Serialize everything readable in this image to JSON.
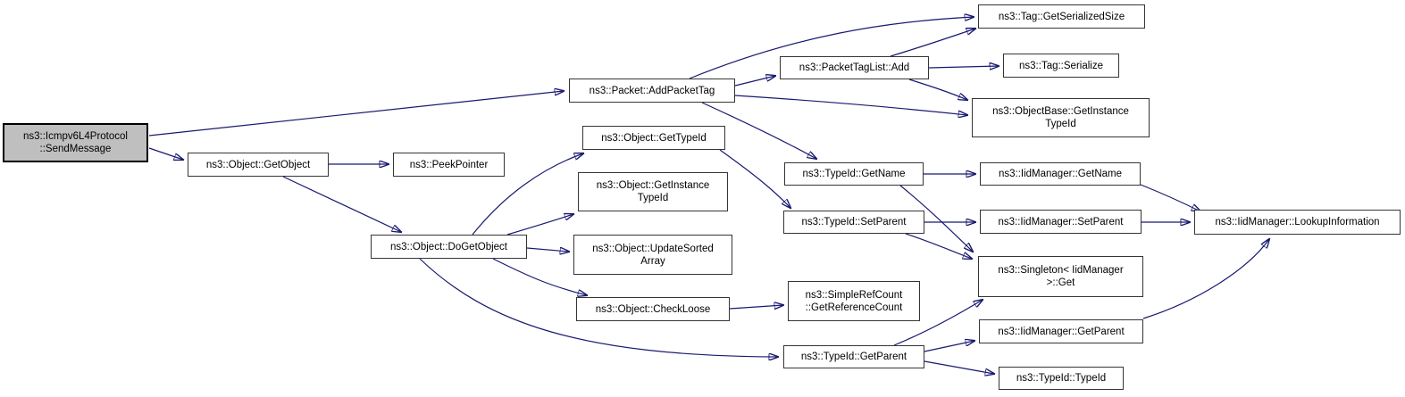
{
  "diagram": {
    "type": "call-graph",
    "background_color": "#ffffff",
    "edge_color": "#191970",
    "node_fill": "#ffffff",
    "node_border_color": "#353535",
    "highlight_node_fill": "#bfbfbf"
  },
  "nodes": [
    {
      "id": "send-message",
      "line1": "ns3::Icmpv6L4Protocol",
      "line2": "::SendMessage",
      "highlight": true
    },
    {
      "id": "get-object",
      "line1": "ns3::Object::GetObject",
      "highlight": false
    },
    {
      "id": "peek-pointer",
      "line1": "ns3::PeekPointer",
      "highlight": false
    },
    {
      "id": "add-packet-tag",
      "line1": "ns3::Packet::AddPacketTag",
      "highlight": false
    },
    {
      "id": "object-get-type-id",
      "line1": "ns3::Object::GetTypeId",
      "highlight": false
    },
    {
      "id": "object-get-instance-type-id",
      "line1": "ns3::Object::GetInstance",
      "line2": "TypeId",
      "highlight": false
    },
    {
      "id": "do-get-object",
      "line1": "ns3::Object::DoGetObject",
      "highlight": false
    },
    {
      "id": "update-sorted-array",
      "line1": "ns3::Object::UpdateSorted",
      "line2": "Array",
      "highlight": false
    },
    {
      "id": "check-loose",
      "line1": "ns3::Object::CheckLoose",
      "highlight": false
    },
    {
      "id": "tag-get-serialized-size",
      "line1": "ns3::Tag::GetSerializedSize",
      "highlight": false
    },
    {
      "id": "packet-tag-list-add",
      "line1": "ns3::PacketTagList::Add",
      "highlight": false
    },
    {
      "id": "tag-serialize",
      "line1": "ns3::Tag::Serialize",
      "highlight": false
    },
    {
      "id": "objectbase-get-instance-type-id",
      "line1": "ns3::ObjectBase::GetInstance",
      "line2": "TypeId",
      "highlight": false
    },
    {
      "id": "type-id-get-name",
      "line1": "ns3::TypeId::GetName",
      "highlight": false
    },
    {
      "id": "iid-manager-get-name",
      "line1": "ns3::IidManager::GetName",
      "highlight": false
    },
    {
      "id": "type-id-set-parent",
      "line1": "ns3::TypeId::SetParent",
      "highlight": false
    },
    {
      "id": "iid-manager-set-parent",
      "line1": "ns3::IidManager::SetParent",
      "highlight": false
    },
    {
      "id": "singleton-get",
      "line1": "ns3::Singleton< IidManager",
      "line2": ">::Get",
      "highlight": false
    },
    {
      "id": "simple-ref-count-get-reference-count",
      "line1": "ns3::SimpleRefCount",
      "line2": "::GetReferenceCount",
      "highlight": false
    },
    {
      "id": "iid-manager-get-parent",
      "line1": "ns3::IidManager::GetParent",
      "highlight": false
    },
    {
      "id": "type-id-get-parent",
      "line1": "ns3::TypeId::GetParent",
      "highlight": false
    },
    {
      "id": "type-id-ctor",
      "line1": "ns3::TypeId::TypeId",
      "highlight": false
    },
    {
      "id": "lookup-information",
      "line1": "ns3::IidManager::LookupInformation",
      "highlight": false
    }
  ],
  "edges": [
    {
      "from": "send-message",
      "to": "add-packet-tag"
    },
    {
      "from": "send-message",
      "to": "get-object"
    },
    {
      "from": "get-object",
      "to": "peek-pointer"
    },
    {
      "from": "get-object",
      "to": "do-get-object"
    },
    {
      "from": "do-get-object",
      "to": "object-get-type-id"
    },
    {
      "from": "do-get-object",
      "to": "object-get-instance-type-id"
    },
    {
      "from": "do-get-object",
      "to": "update-sorted-array"
    },
    {
      "from": "do-get-object",
      "to": "check-loose"
    },
    {
      "from": "do-get-object",
      "to": "type-id-get-parent"
    },
    {
      "from": "check-loose",
      "to": "simple-ref-count-get-reference-count"
    },
    {
      "from": "add-packet-tag",
      "to": "tag-get-serialized-size"
    },
    {
      "from": "add-packet-tag",
      "to": "packet-tag-list-add"
    },
    {
      "from": "add-packet-tag",
      "to": "objectbase-get-instance-type-id"
    },
    {
      "from": "add-packet-tag",
      "to": "type-id-get-name"
    },
    {
      "from": "packet-tag-list-add",
      "to": "tag-get-serialized-size"
    },
    {
      "from": "packet-tag-list-add",
      "to": "tag-serialize"
    },
    {
      "from": "packet-tag-list-add",
      "to": "objectbase-get-instance-type-id"
    },
    {
      "from": "object-get-type-id",
      "to": "type-id-set-parent"
    },
    {
      "from": "type-id-get-name",
      "to": "iid-manager-get-name"
    },
    {
      "from": "type-id-get-name",
      "to": "singleton-get"
    },
    {
      "from": "type-id-set-parent",
      "to": "iid-manager-set-parent"
    },
    {
      "from": "type-id-set-parent",
      "to": "singleton-get"
    },
    {
      "from": "iid-manager-get-name",
      "to": "lookup-information"
    },
    {
      "from": "iid-manager-set-parent",
      "to": "lookup-information"
    },
    {
      "from": "type-id-get-parent",
      "to": "singleton-get"
    },
    {
      "from": "type-id-get-parent",
      "to": "iid-manager-get-parent"
    },
    {
      "from": "type-id-get-parent",
      "to": "type-id-ctor"
    },
    {
      "from": "iid-manager-get-parent",
      "to": "lookup-information"
    }
  ]
}
